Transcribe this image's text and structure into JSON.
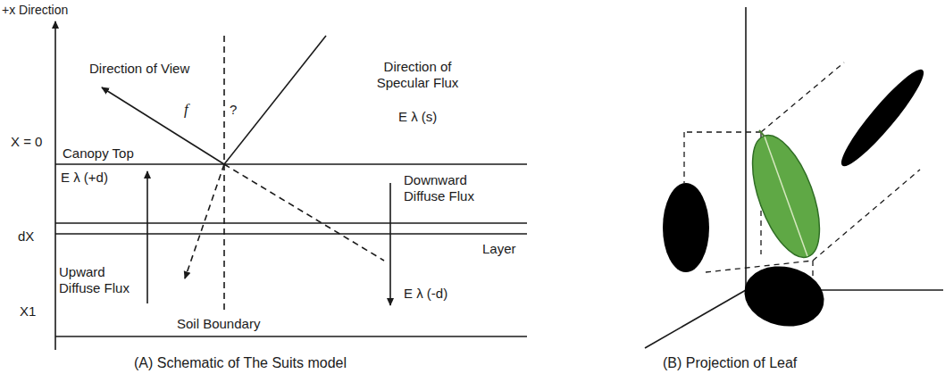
{
  "diagram": {
    "labels": [
      "+x Direction",
      "Direction of View",
      "f",
      "?",
      "Direction of Specular Flux",
      "E λ (s)",
      "X = 0",
      "Canopy Top",
      "E λ (+d)",
      "Downward Diffuse Flux",
      "dX",
      "Layer",
      "Upward Diffuse Flux",
      "E λ (-d)",
      "X1",
      "Soil Boundary",
      "(A) Schematic of The Suits model",
      "(B) Projection of Leaf"
    ]
  }
}
